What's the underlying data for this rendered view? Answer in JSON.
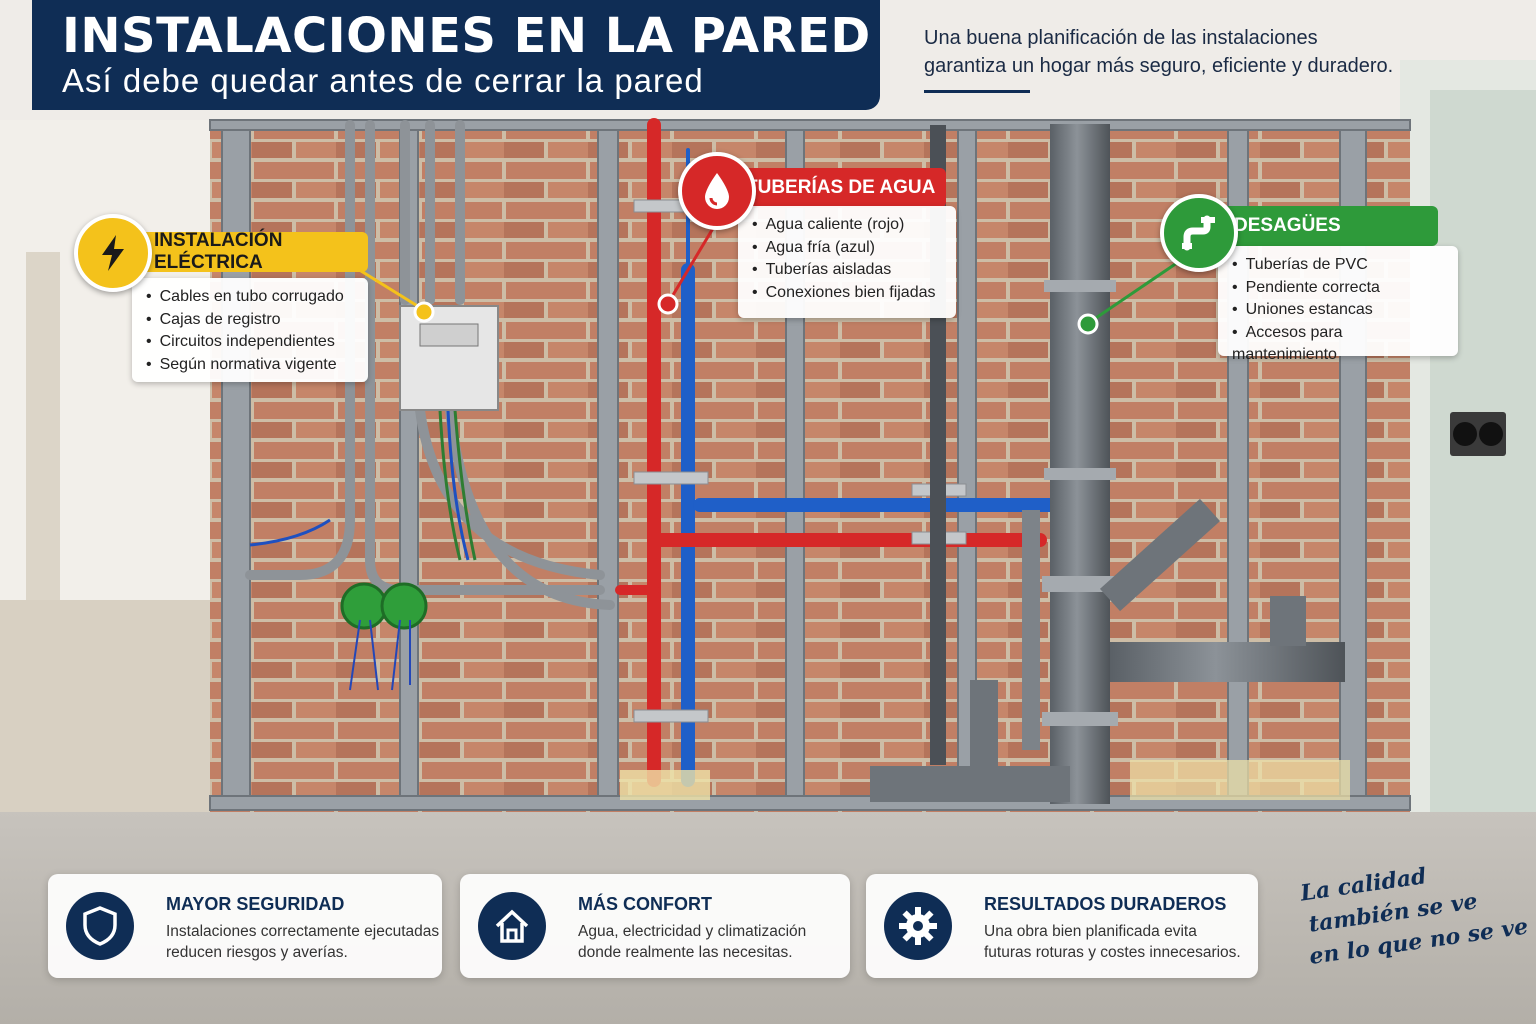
{
  "header": {
    "title": "INSTALACIONES EN LA PARED",
    "subtitle": "Así debe quedar antes de cerrar la pared",
    "intro_line1": "Una buena planificación de las instalaciones",
    "intro_line2": "garantiza un hogar más seguro, eficiente y duradero."
  },
  "callouts": {
    "electric": {
      "title": "INSTALACIÓN ELÉCTRICA",
      "icon": "lightning-bolt-icon",
      "color": "#f4c21b",
      "items": [
        "Cables en tubo corrugado",
        "Cajas de registro",
        "Circuitos independientes",
        "Según normativa vigente"
      ]
    },
    "water": {
      "title": "TUBERÍAS DE AGUA",
      "icon": "water-drop-icon",
      "color": "#d62828",
      "items": [
        "Agua caliente (rojo)",
        "Agua fría (azul)",
        "Tuberías aisladas",
        "Conexiones bien fijadas"
      ]
    },
    "drains": {
      "title": "DESAGÜES",
      "icon": "pipe-icon",
      "color": "#2e9a3a",
      "items": [
        "Tuberías de PVC",
        "Pendiente correcta",
        "Uniones estancas",
        "Accesos para mantenimiento"
      ]
    }
  },
  "benefits": [
    {
      "title": "MAYOR SEGURIDAD",
      "line1": "Instalaciones correctamente ejecutadas",
      "line2": "reducen riesgos y averías.",
      "icon": "shield-icon"
    },
    {
      "title": "MÁS CONFORT",
      "line1": "Agua, electricidad y climatización",
      "line2": "donde realmente las necesitas.",
      "icon": "house-icon"
    },
    {
      "title": "RESULTADOS DURADEROS",
      "line1": "Una obra bien planificada evita",
      "line2": "futuras roturas y costes innecesarios.",
      "icon": "gear-icon"
    }
  ],
  "slogan": {
    "line1": "La calidad",
    "line2": "también se ve",
    "line3": "en lo que no se ve"
  },
  "colors": {
    "navy": "#0f2d55",
    "brick": "#b5654a",
    "hot_pipe": "#d62828",
    "cold_pipe": "#1f5fc8",
    "pvc": "#6f757b"
  }
}
